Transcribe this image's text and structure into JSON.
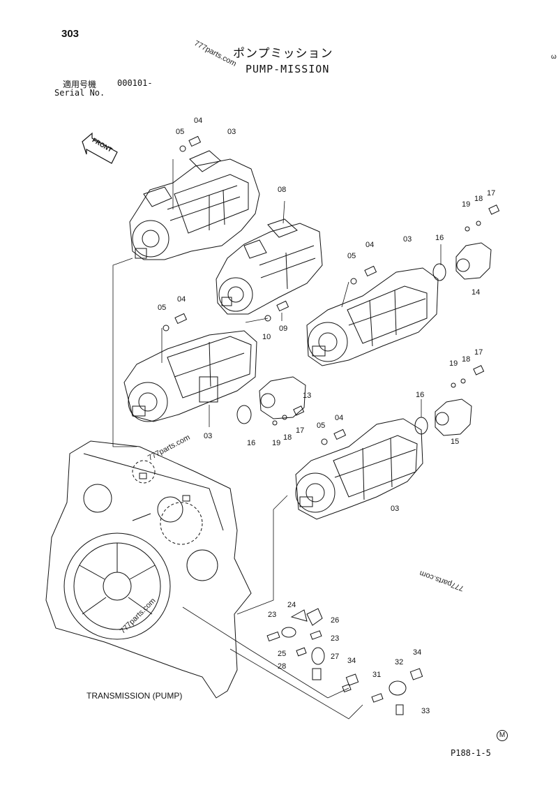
{
  "page_number": "303",
  "title_jp": "ポンプミッション",
  "title_en": "PUMP-MISSION",
  "serial_label_jp": "適用号機",
  "serial_value": "000101-",
  "serial_label_en": "Serial No.",
  "front_label": "FRONT",
  "transmission_label": "TRANSMISSION (PUMP)",
  "page_code": "P188-1-5",
  "corner_mark": "M",
  "watermarks": [
    "777parts.com",
    "777parts.com",
    "777parts.com",
    "777parts.com"
  ],
  "edge_mark": "ω",
  "callouts": {
    "c05a": "05",
    "c04a": "04",
    "c03a": "03",
    "c08": "08",
    "c10": "10",
    "c09": "09",
    "c05b": "05",
    "c04b": "04",
    "c03b": "03",
    "c16a": "16",
    "c14": "14",
    "c19a": "19",
    "c18a": "18",
    "c17a": "17",
    "c05c": "05",
    "c04c": "04",
    "c03c": "03",
    "c13": "13",
    "c16b": "16",
    "c19b": "19",
    "c18b": "18",
    "c17b": "17",
    "c05d": "05",
    "c04d": "04",
    "c03d": "03",
    "c16c": "16",
    "c19c": "19",
    "c18c": "18",
    "c17c": "17",
    "c15": "15",
    "c24": "24",
    "c23a": "23",
    "c26": "26",
    "c23b": "23",
    "c25": "25",
    "c27": "27",
    "c28": "28",
    "c34a": "34",
    "c32": "32",
    "c34b": "34",
    "c31": "31",
    "c33": "33"
  }
}
